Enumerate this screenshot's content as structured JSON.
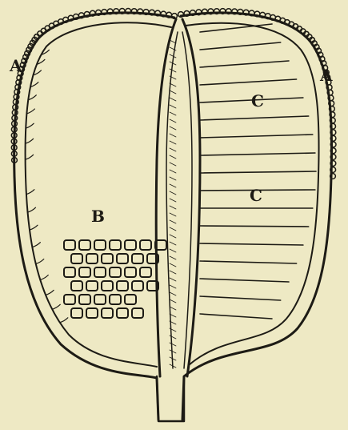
{
  "labels": {
    "a_left": "A",
    "a_right": "A",
    "b": "B",
    "c_upper": "C",
    "c_lower": "C"
  },
  "colors": {
    "paper": "#eee9c4",
    "ink": "#1d1b15"
  }
}
